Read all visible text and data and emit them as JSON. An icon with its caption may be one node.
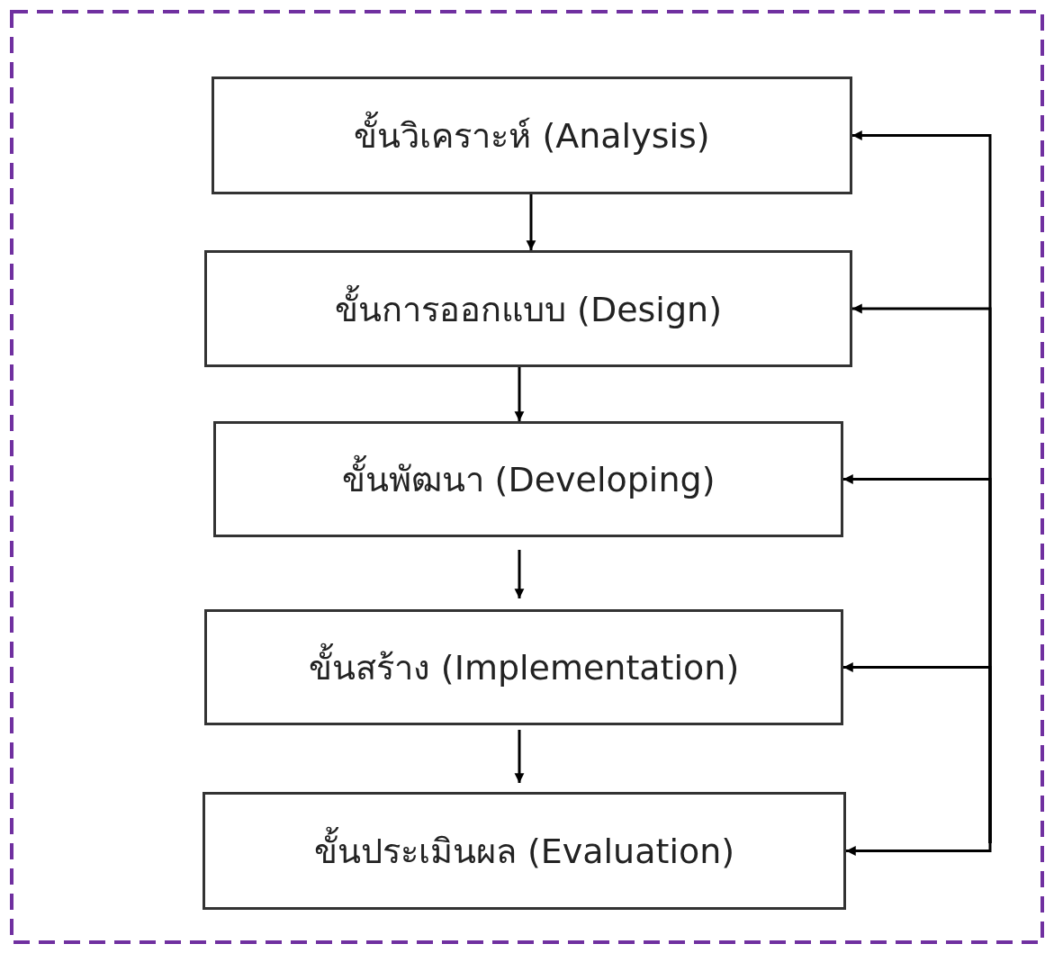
{
  "diagram": {
    "nodes": [
      {
        "text": [
          "ขั้นวิเคราะห์ (Analysis)"
        ]
      },
      {
        "text": [
          "ขั้นการออกแบบ (Design)"
        ]
      },
      {
        "text": [
          "ขั้นพัฒนา (Developing)"
        ]
      },
      {
        "text": [
          "ขั้นสร้าง (Implementation)"
        ]
      },
      {
        "text": [
          "ขั้นประเมินผล (Evaluation)"
        ]
      }
    ],
    "edges": [
      {
        "from": 0,
        "to": 1,
        "arrow": "to"
      },
      {
        "from": 1,
        "to": 2,
        "arrow": "to"
      },
      {
        "from": 2,
        "to": 3,
        "arrow": "to"
      },
      {
        "from": 3,
        "to": 4,
        "arrow": "to"
      },
      {
        "from": null,
        "to": 0,
        "arrow": "to"
      },
      {
        "from": null,
        "to": 1,
        "arrow": "to"
      },
      {
        "from": null,
        "to": 2,
        "arrow": "to"
      },
      {
        "from": null,
        "to": 3,
        "arrow": "to"
      },
      {
        "from": null,
        "to": 4,
        "arrow": "to"
      }
    ]
  }
}
